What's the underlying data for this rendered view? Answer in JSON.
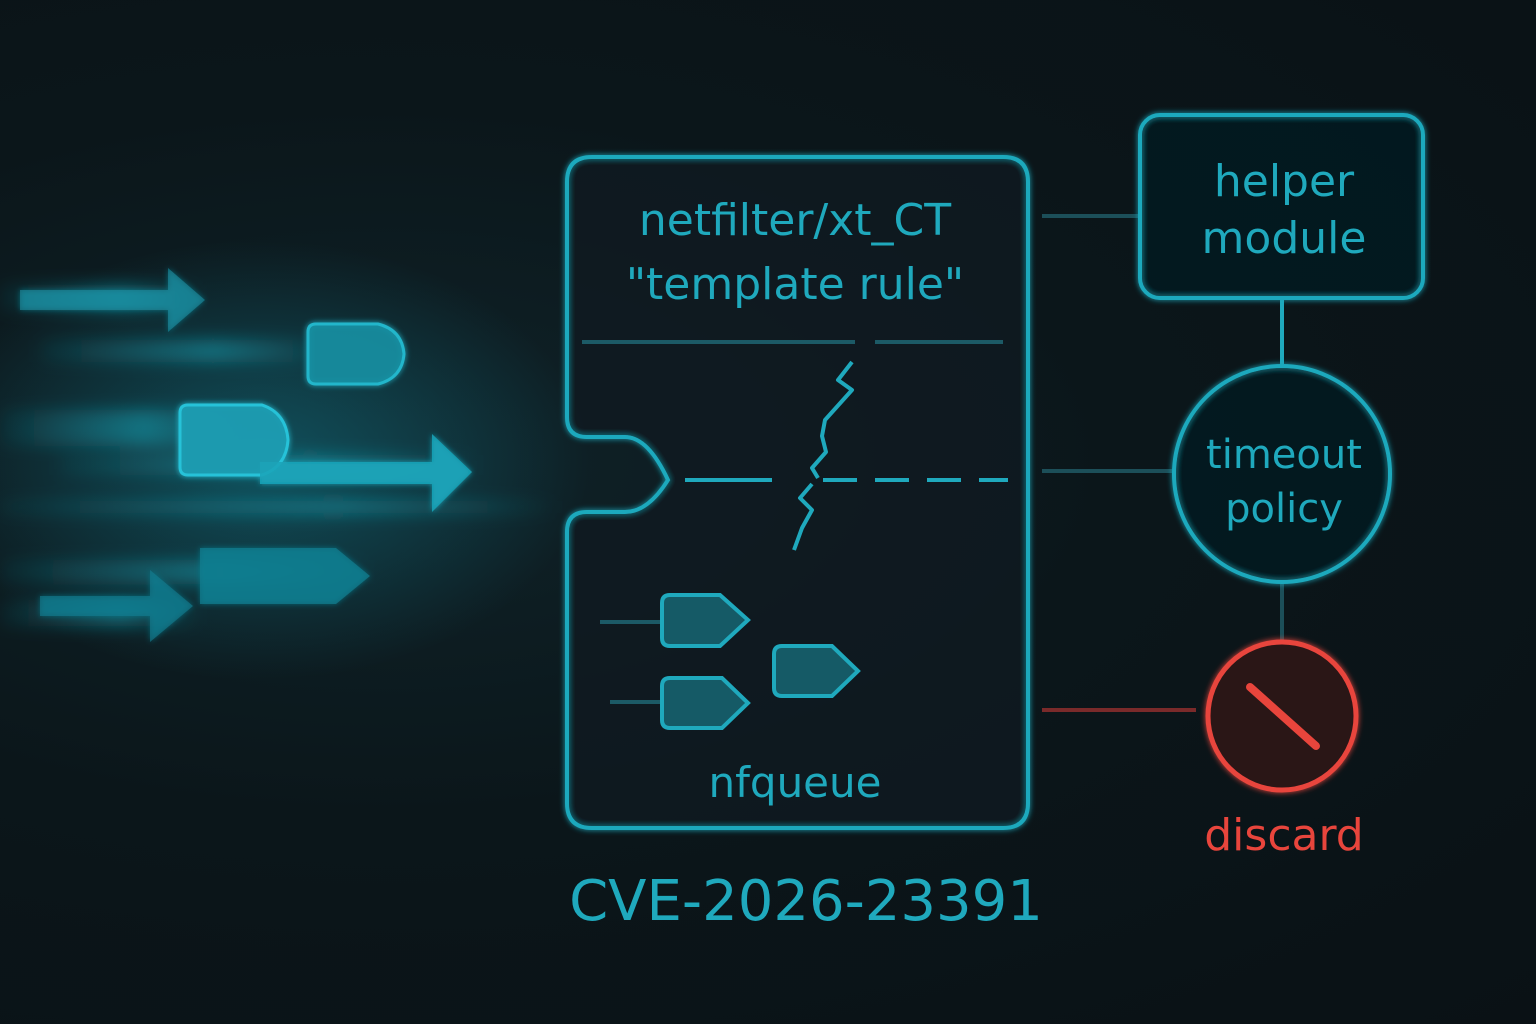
{
  "diagram": {
    "main_box": {
      "title_line1": "netfilter/xt_CT",
      "title_line2": "\"template rule\"",
      "queue_label": "nfqueue"
    },
    "helper_box": {
      "line1": "helper",
      "line2": "module"
    },
    "timeout_node": {
      "line1": "timeout",
      "line2": "policy"
    },
    "discard_node": {
      "label": "discard"
    },
    "caption": "CVE-2026-23391"
  },
  "colors": {
    "accent": "#1fa9bd",
    "accent_fill": "#1a8ea0",
    "danger": "#e8453c",
    "background": "#0b1317"
  }
}
